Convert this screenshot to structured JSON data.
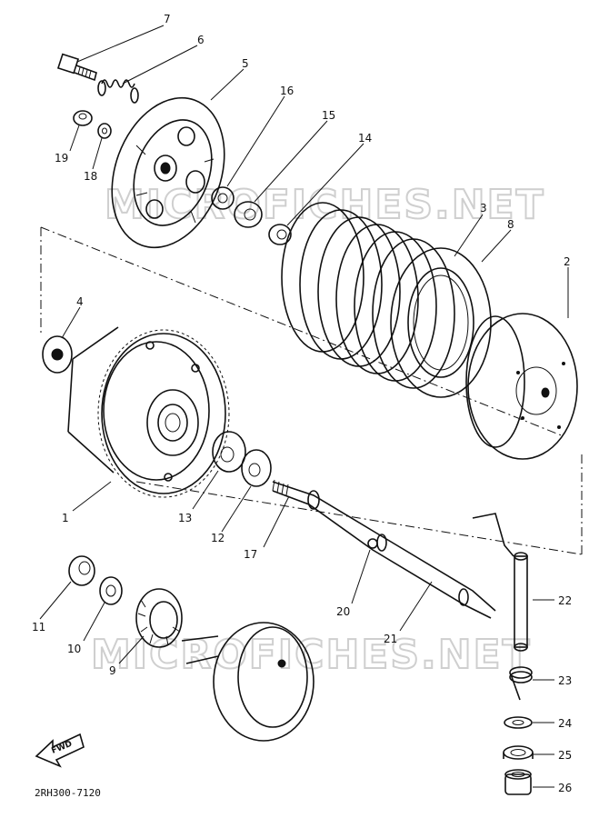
{
  "diagram": {
    "watermark": "MICROFICHES.NET",
    "drawing_code": "2RH300-7120",
    "fwd_label": "FWD",
    "callouts": [
      {
        "id": "c1",
        "text": "1"
      },
      {
        "id": "c2",
        "text": "2"
      },
      {
        "id": "c3",
        "text": "3"
      },
      {
        "id": "c4",
        "text": "4"
      },
      {
        "id": "c5",
        "text": "5"
      },
      {
        "id": "c6",
        "text": "6"
      },
      {
        "id": "c7",
        "text": "7"
      },
      {
        "id": "c8",
        "text": "8"
      },
      {
        "id": "c9",
        "text": "9"
      },
      {
        "id": "c10",
        "text": "10"
      },
      {
        "id": "c11",
        "text": "11"
      },
      {
        "id": "c12",
        "text": "12"
      },
      {
        "id": "c13",
        "text": "13"
      },
      {
        "id": "c14",
        "text": "14"
      },
      {
        "id": "c15",
        "text": "15"
      },
      {
        "id": "c16",
        "text": "16"
      },
      {
        "id": "c17",
        "text": "17"
      },
      {
        "id": "c18",
        "text": "18"
      },
      {
        "id": "c19",
        "text": "19"
      },
      {
        "id": "c20",
        "text": "20"
      },
      {
        "id": "c21",
        "text": "21"
      },
      {
        "id": "c22",
        "text": "22"
      },
      {
        "id": "c23",
        "text": "23"
      },
      {
        "id": "c24",
        "text": "24"
      },
      {
        "id": "c25",
        "text": "25"
      },
      {
        "id": "c26",
        "text": "26"
      }
    ]
  }
}
